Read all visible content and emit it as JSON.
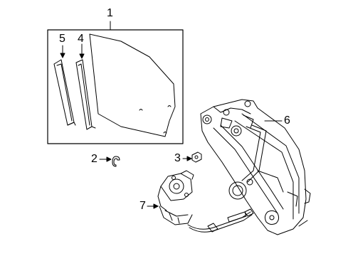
{
  "callouts": {
    "c1": "1",
    "c2": "2",
    "c3": "3",
    "c4": "4",
    "c5": "5",
    "c6": "6",
    "c7": "7"
  },
  "colors": {
    "ink": "#000000",
    "background": "#ffffff"
  }
}
